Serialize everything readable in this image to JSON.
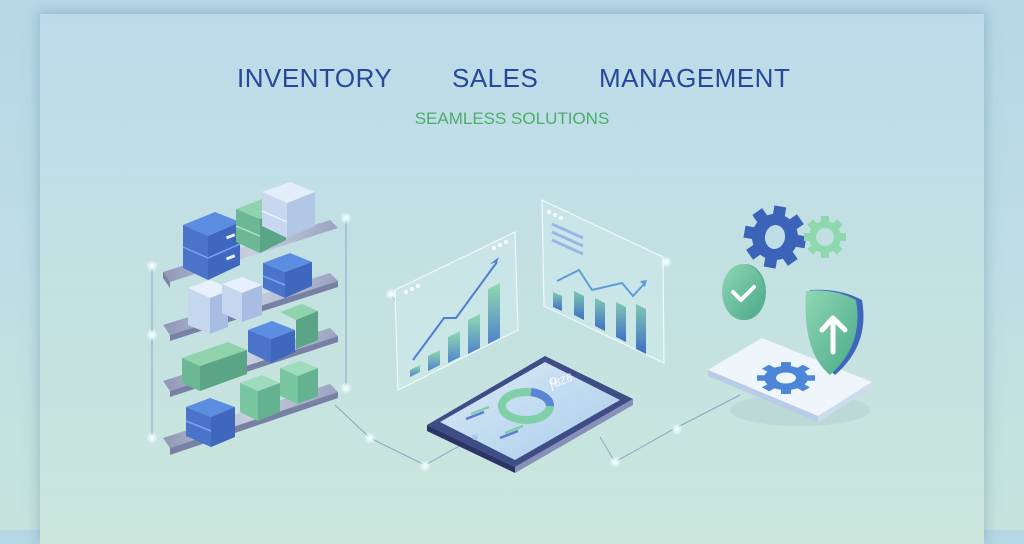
{
  "header": {
    "words": [
      "INVENTORY",
      "SALES",
      "MANAGEMENT"
    ],
    "subtitle": "SEAMLESS SOLUTIONS"
  },
  "illustration": {
    "left": "warehouse-shelves-with-boxes",
    "center_panels": [
      "growth-bar-chart-panel",
      "trend-line-chart-panel"
    ],
    "center_device": {
      "type": "tablet",
      "screen_label": "ƒ8Z6",
      "widget": "donut-chart"
    },
    "right": [
      "gear-icon",
      "small-gear-icon",
      "check-badge-icon",
      "shield-upload-icon",
      "platform-gear-icon"
    ]
  },
  "colors": {
    "title": "#27479a",
    "subtitle": "#4eac6a",
    "accent_blue": "#3f6fc4",
    "accent_green": "#7ccfa5",
    "background_top": "#b6d8e6",
    "background_bottom": "#c7e4dc"
  }
}
